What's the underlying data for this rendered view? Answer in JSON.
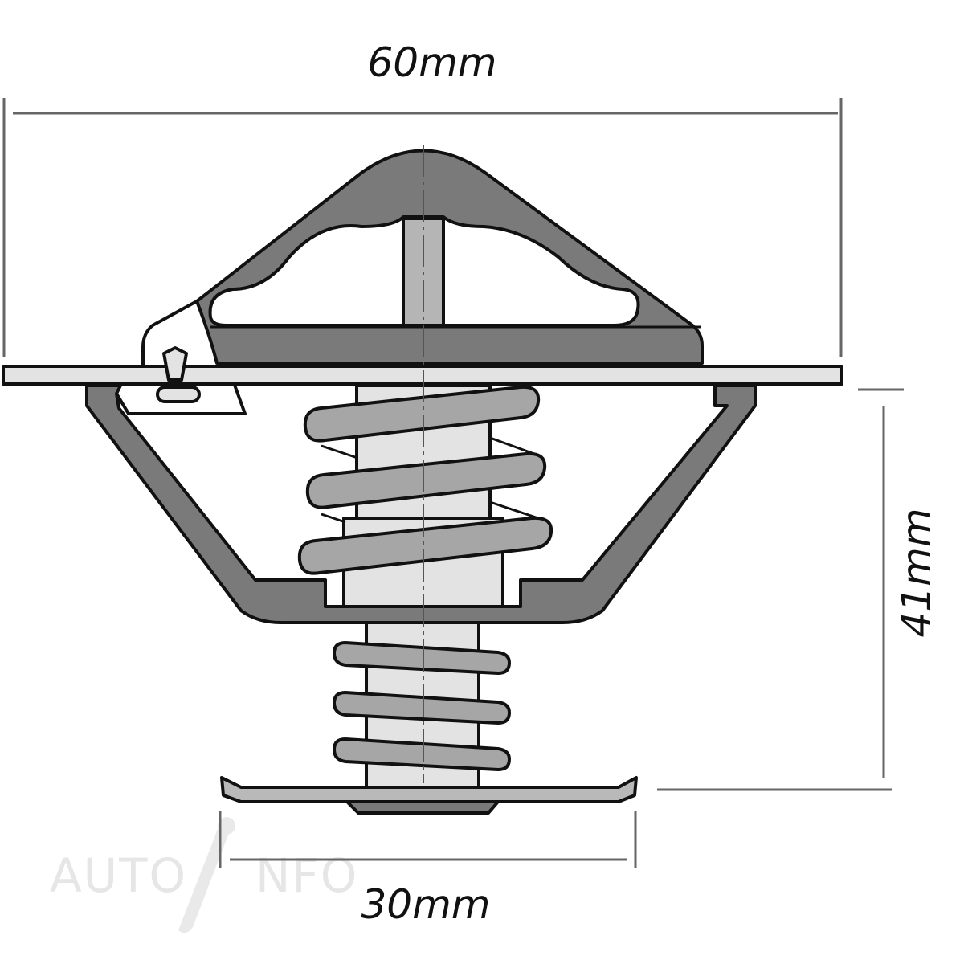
{
  "diagram": {
    "subject": "thermostat",
    "dimensions": {
      "width_top": "60mm",
      "height": "41mm",
      "width_bottom": "30mm"
    },
    "watermark": {
      "left": "AUTO",
      "right": "NFO"
    },
    "colors": {
      "body_dark": "#7a7a7a",
      "coil": "#a6a6a6",
      "light": "#e3e3e3",
      "outline": "#111111",
      "dimension_line": "#666666"
    }
  }
}
